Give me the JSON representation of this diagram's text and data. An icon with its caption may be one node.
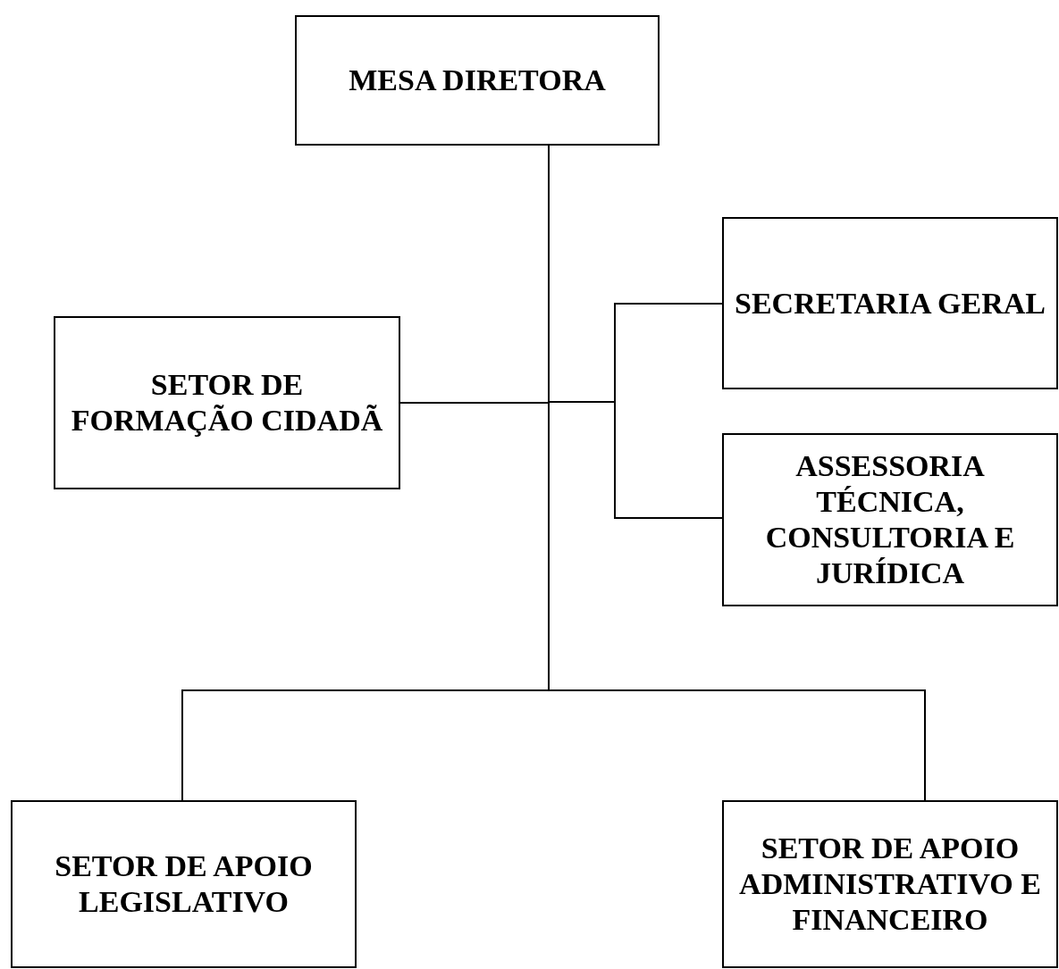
{
  "diagram": {
    "nodes": [
      {
        "text": [
          "MESA DIRETORA"
        ]
      },
      {
        "text": [
          "SECRETARIA GERAL"
        ]
      },
      {
        "text": [
          "SETOR DE FORMAÇÃO CIDADÃ"
        ]
      },
      {
        "text": [
          "ASSESSORIA TÉCNICA, CONSULTORIA E JURÍDICA"
        ]
      },
      {
        "text": [
          "SETOR DE APOIO LEGISLATIVO"
        ]
      },
      {
        "text": [
          "SETOR DE APOIO ADMINISTRATIVO E FINANCEIRO"
        ]
      }
    ],
    "edges": [
      {
        "from": 0,
        "to": 1,
        "arrow": "none"
      },
      {
        "from": 0,
        "to": 2,
        "arrow": "none"
      },
      {
        "from": 0,
        "to": 3,
        "arrow": "none"
      },
      {
        "from": 0,
        "to": 4,
        "arrow": "none"
      },
      {
        "from": 0,
        "to": 5,
        "arrow": "none"
      }
    ]
  }
}
